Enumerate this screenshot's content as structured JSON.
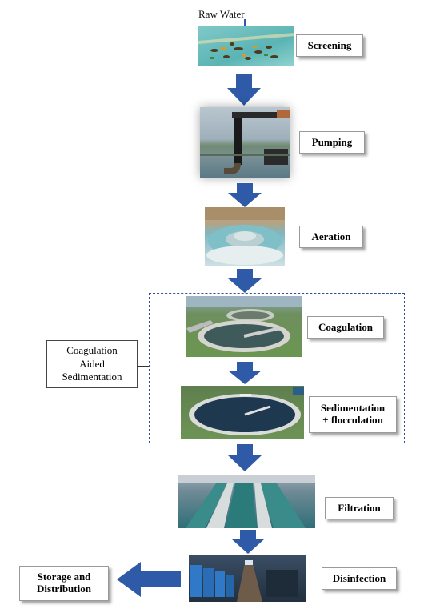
{
  "raw_water_label": "Raw Water",
  "stages": {
    "screening": "Screening",
    "pumping": "Pumping",
    "aeration": "Aeration",
    "coagulation": "Coagulation",
    "sedimentation_line1": "Sedimentation",
    "sedimentation_line2": "+ flocculation",
    "filtration": "Filtration",
    "disinfection": "Disinfection"
  },
  "group_label": {
    "line1": "Coagulation",
    "line2": "Aided",
    "line3": "Sedimentation"
  },
  "storage": {
    "line1": "Storage and",
    "line2": "Distribution"
  },
  "colors": {
    "arrow": "#2e5aa8",
    "dashed_border": "#2f4f8f"
  }
}
